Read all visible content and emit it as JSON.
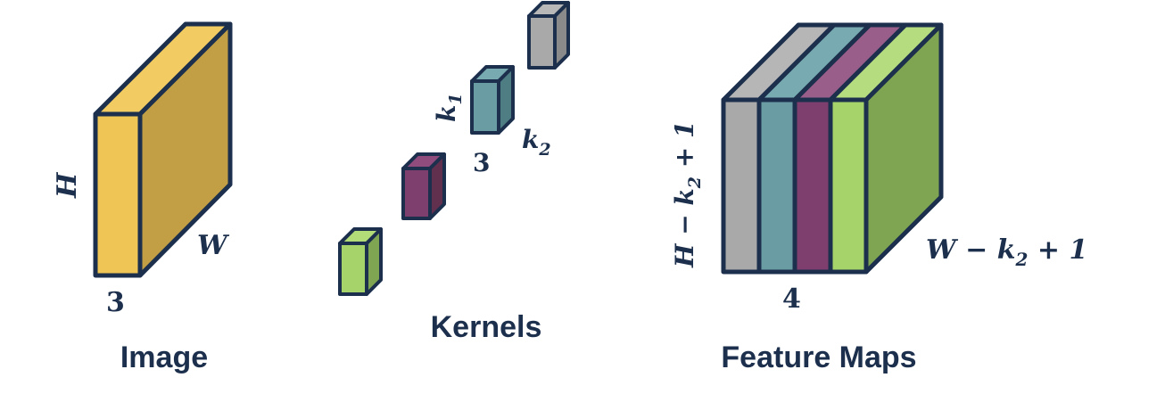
{
  "captions": {
    "image": "Image",
    "kernels": "Kernels",
    "feature_maps": "Feature Maps"
  },
  "image_block": {
    "height_label": "H",
    "width_label": "W",
    "depth_label": "3"
  },
  "kernel_block": {
    "height_label_main": "k",
    "height_label_sub": "1",
    "width_label_main": "k",
    "width_label_sub": "2",
    "depth_label": "3"
  },
  "feature_block": {
    "height_label_main": "H − k",
    "height_label_sub": "2",
    "height_label_tail": " + 1",
    "width_label_main": "W − k",
    "width_label_sub": "2",
    "width_label_tail": " + 1",
    "depth_label": "4"
  },
  "colors": {
    "outline": "#1c2f4c",
    "image_front": "#efc656",
    "image_top": "#f2cc62",
    "image_side": "#c29f45",
    "gray_front": "#a9a9a9",
    "gray_side": "#8a8a8a",
    "teal_front": "#6a9ca3",
    "teal_side": "#4f7d84",
    "purple_front": "#7f3f6e",
    "purple_side": "#62304f",
    "green_front": "#a7d46a",
    "green_side": "#7fa452"
  }
}
